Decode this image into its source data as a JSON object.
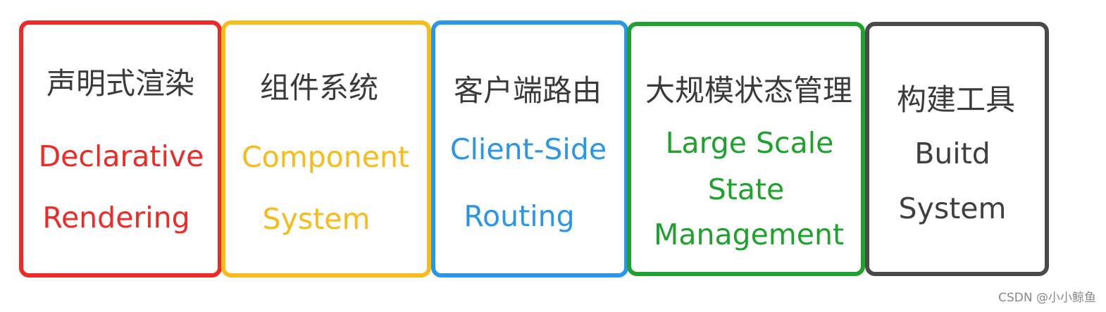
{
  "boxes": [
    {
      "zh": "声明式渲染",
      "en": [
        "Declarative",
        "Rendering"
      ],
      "color": "#ed2a26"
    },
    {
      "zh": "组件系统",
      "en": [
        "Component",
        "System"
      ],
      "color": "#f8bb1c"
    },
    {
      "zh": "客户端路由",
      "en": [
        "Client-Side",
        "Routing"
      ],
      "color": "#2a96e8"
    },
    {
      "zh": "大规模状态管理",
      "en": [
        "Large Scale",
        "State",
        "Management"
      ],
      "color": "#1fa22d"
    },
    {
      "zh": "构建工具",
      "en": [
        "Buitd",
        "System"
      ],
      "color": "#4a4a4a"
    }
  ],
  "watermark": "CSDN @小小鲸鱼"
}
